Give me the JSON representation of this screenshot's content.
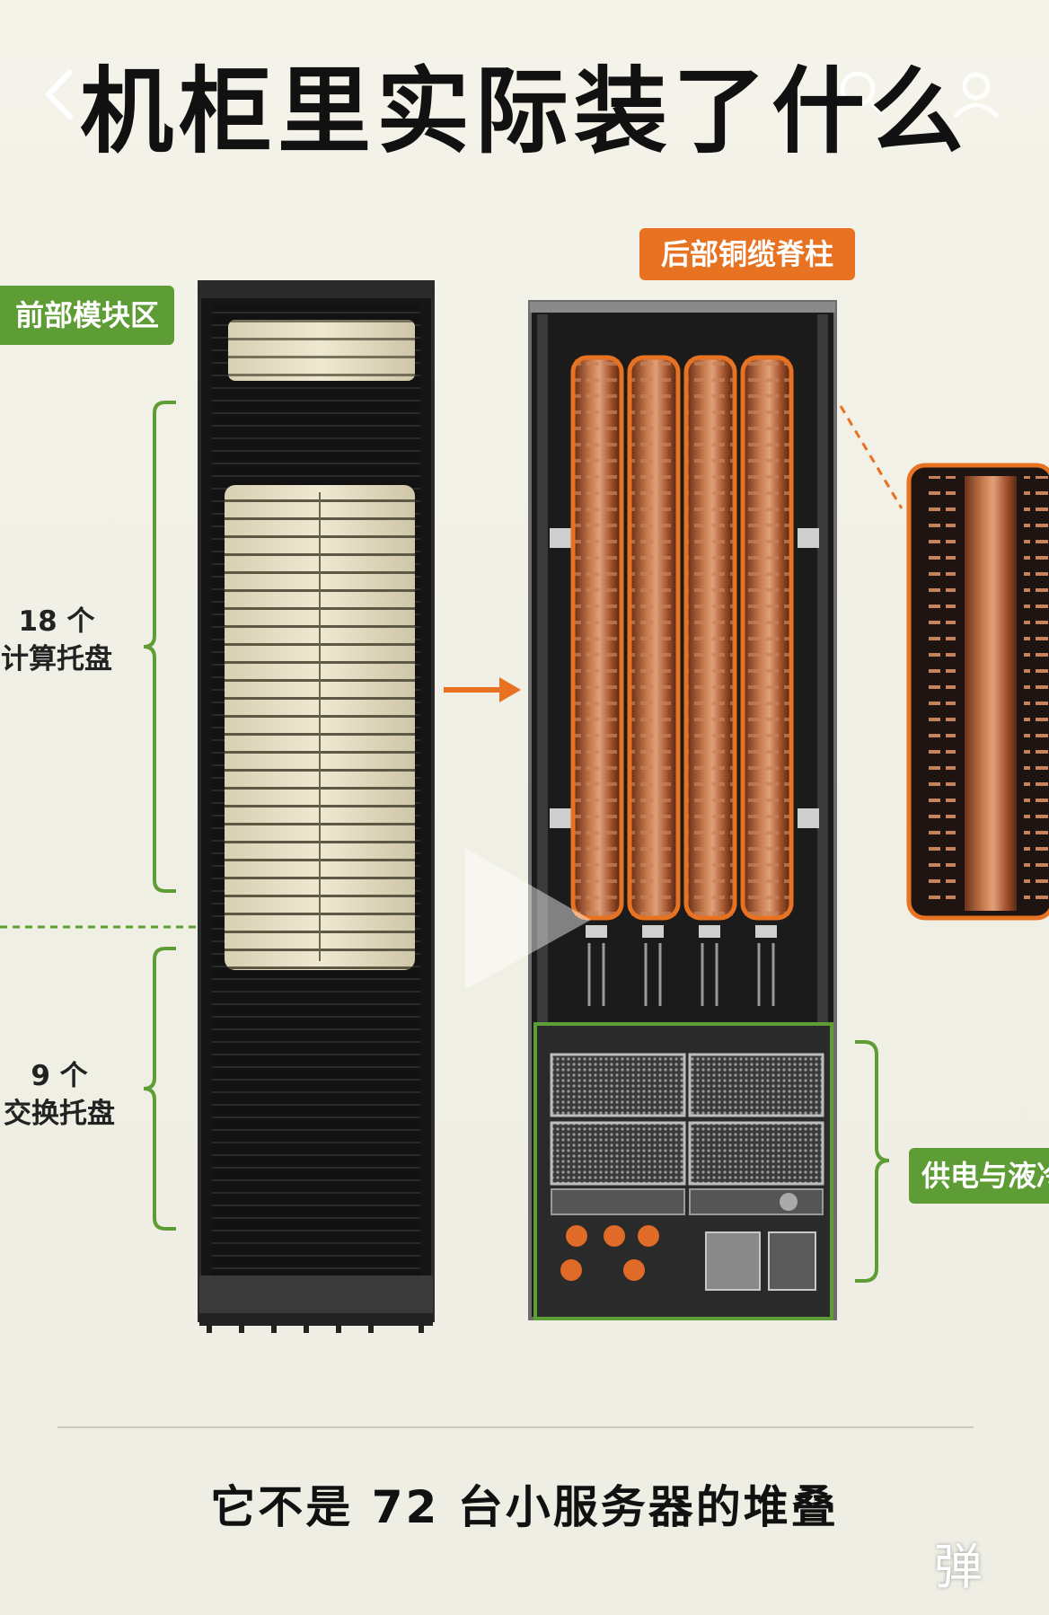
{
  "title": "机柜里实际装了什么",
  "nav": {
    "back_icon": "chevron-left-icon",
    "search_icon": "search-icon",
    "user_icon": "user-icon"
  },
  "labels": {
    "front_zone": "前部模块区",
    "rear_spine": "后部铜缆脊柱",
    "compute_trays_count": "18 个",
    "compute_trays_name": "计算托盘",
    "switch_trays_count": "9 个",
    "switch_trays_name": "交换托盘",
    "power_cooling": "供电与液冷"
  },
  "caption": "它不是 72 台小服务器的堆叠",
  "danmu_button": "弹",
  "colors": {
    "green": "#5e9d35",
    "orange": "#e77322",
    "copper": "#b0633a"
  }
}
